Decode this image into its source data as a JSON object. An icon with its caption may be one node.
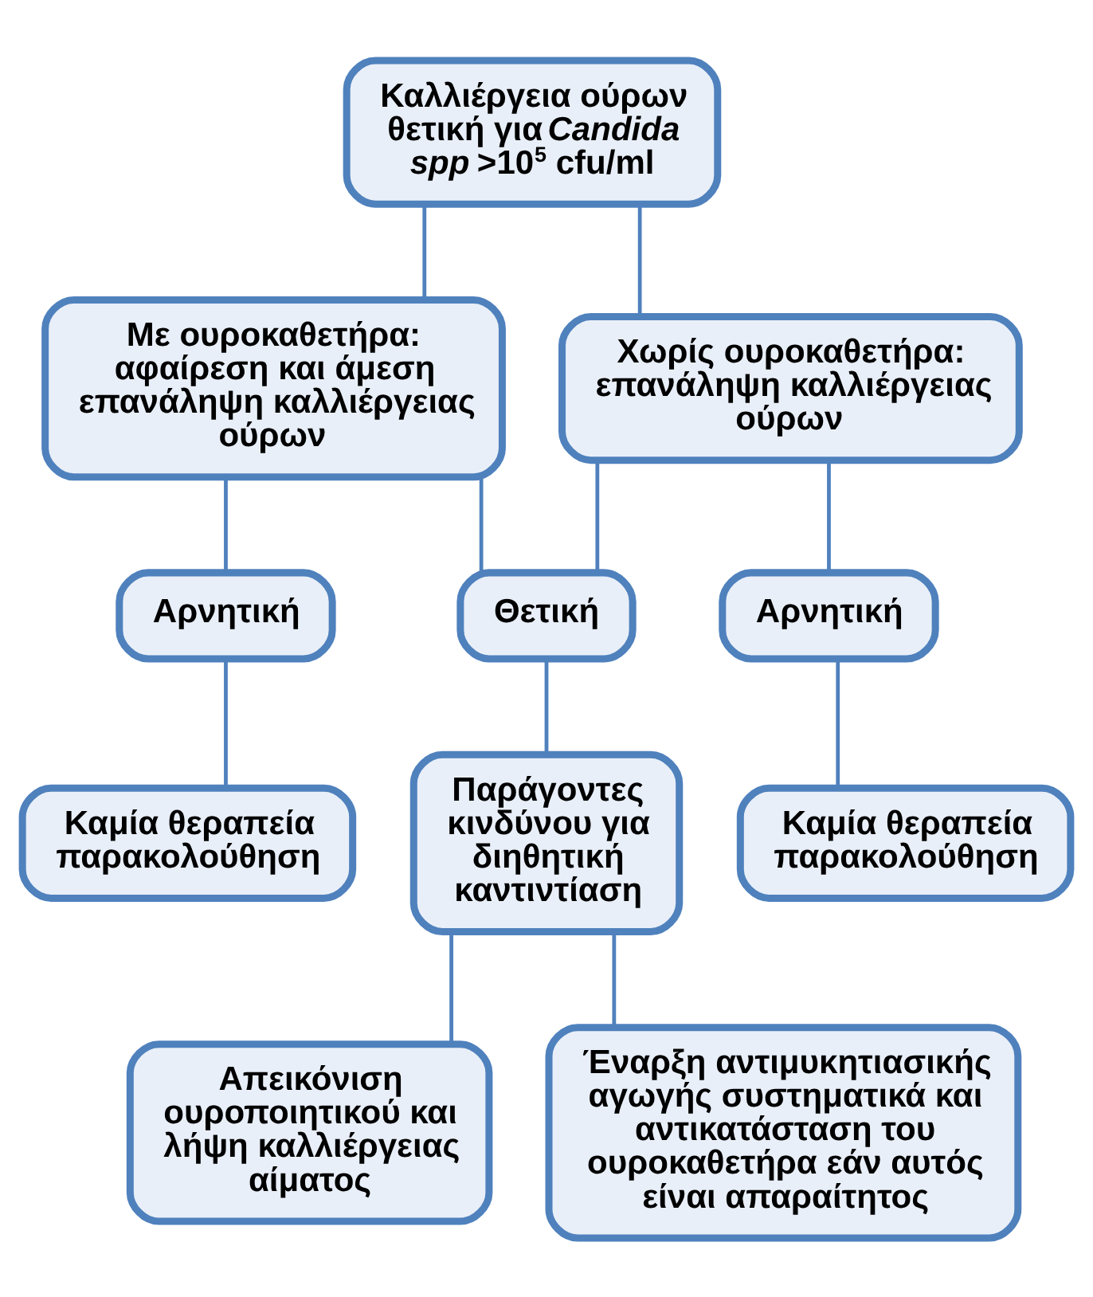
{
  "diagram": {
    "nodes": [
      {
        "text": [
          "Καλλιέργεια ούρων θετική για *Candida* *spp* >10$^{5}$ cfu/ml"
        ]
      },
      {
        "text": [
          "Με ουροκαθετήρα: αφαίρεση και άμεση επανάληψη καλλιέργειας ούρων"
        ]
      },
      {
        "text": [
          "Χωρίς ουροκαθετήρα: επανάληψη καλλιέργειας ούρων"
        ]
      },
      {
        "text": [
          "Αρνητική"
        ]
      },
      {
        "text": [
          "Θετική"
        ]
      },
      {
        "text": [
          "Αρνητική"
        ]
      },
      {
        "text": [
          "Καμία θεραπεία παρακολούθηση"
        ]
      },
      {
        "text": [
          "Παράγοντες κινδύνου για διηθητική καντιντίαση"
        ]
      },
      {
        "text": [
          "Καμία θεραπεία παρακολούθηση"
        ]
      },
      {
        "text": [
          "Απεικόνιση ουροποιητικού και λήψη καλλιέργειας αίματος"
        ]
      },
      {
        "text": [
          "Έναρξη αντιμυκητιασικής αγωγής συστηματικά και αντικατάσταση του ουροκαθετήρα εάν αυτός είναι απαραίτητος"
        ]
      }
    ],
    "edges": [
      {
        "from": 0,
        "to": 1,
        "arrow": "none"
      },
      {
        "from": 0,
        "to": 2,
        "arrow": "none"
      },
      {
        "from": 1,
        "to": 3,
        "arrow": "none"
      },
      {
        "from": 1,
        "to": 4,
        "arrow": "none"
      },
      {
        "from": 2,
        "to": 4,
        "arrow": "none"
      },
      {
        "from": 2,
        "to": 5,
        "arrow": "none"
      },
      {
        "from": 3,
        "to": 6,
        "arrow": "none"
      },
      {
        "from": 4,
        "to": 7,
        "arrow": "none"
      },
      {
        "from": 5,
        "to": 8,
        "arrow": "none"
      },
      {
        "from": 7,
        "to": 9,
        "arrow": "none"
      },
      {
        "from": 7,
        "to": 10,
        "arrow": "none"
      }
    ]
  }
}
